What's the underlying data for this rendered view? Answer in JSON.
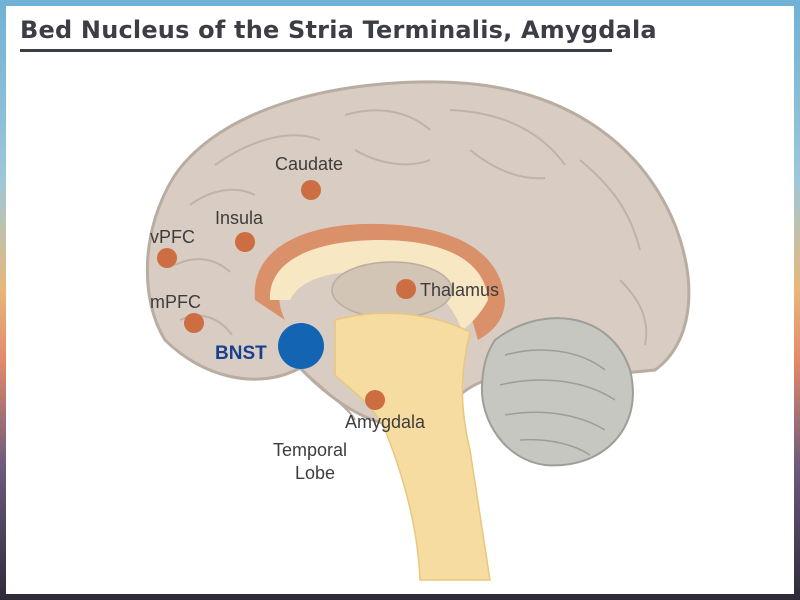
{
  "slide": {
    "title": "Bed Nucleus of the Stria Terminalis, Amygdala"
  },
  "diagram": {
    "labels": {
      "caudate": "Caudate",
      "insula": "Insula",
      "vpfc": "vPFC",
      "mpfc": "mPFC",
      "bnst": "BNST",
      "thalamus": "Thalamus",
      "amygdala": "Amygdala",
      "temporal_line1": "Temporal",
      "temporal_line2": "Lobe"
    },
    "colors": {
      "cortex": "#d9cdc3",
      "cortex_outline": "#b9aca1",
      "corpus_callosum": "#d98a5f",
      "inner_region": "#f7e7c2",
      "thalamus": "#d2c5b6",
      "brainstem": "#f6dca0",
      "cerebellum": "#c7c7c2",
      "region_marker": "#cc6d42",
      "bnst_marker": "#1464b4",
      "bnst_text": "#1b3f8f"
    }
  }
}
